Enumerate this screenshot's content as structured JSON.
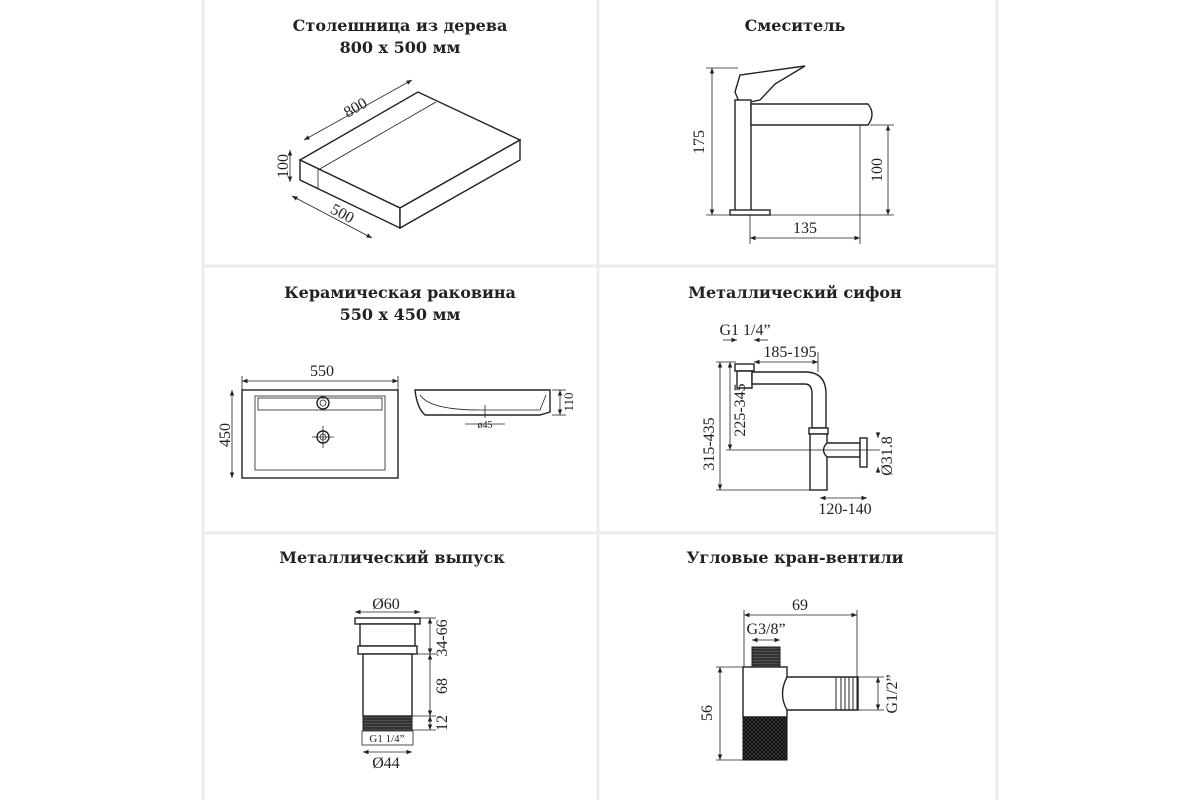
{
  "panels": [
    {
      "title_lines": [
        "Столешница из дерева",
        "800 x 500 мм"
      ],
      "dims": [
        "800",
        "100",
        "500"
      ]
    },
    {
      "title_lines": [
        "Смеситель"
      ],
      "dims": [
        "175",
        "100",
        "135"
      ]
    },
    {
      "title_lines": [
        "Керамическая раковина",
        "550 x 450 мм"
      ],
      "dims": [
        "550",
        "450",
        "110",
        "ø45"
      ]
    },
    {
      "title_lines": [
        "Металлический сифон"
      ],
      "dims": [
        "G1 1/4”",
        "185-195",
        "315-435",
        "225-345",
        "Ø31.8",
        "120-140"
      ]
    },
    {
      "title_lines": [
        "Металлический выпуск"
      ],
      "dims": [
        "Ø60",
        "34-66",
        "68",
        "12",
        "G1 1/4”",
        "Ø44"
      ]
    },
    {
      "title_lines": [
        "Угловые кран-вентили"
      ],
      "dims": [
        "69",
        "G3/8”",
        "56",
        "G1/2”"
      ]
    }
  ]
}
